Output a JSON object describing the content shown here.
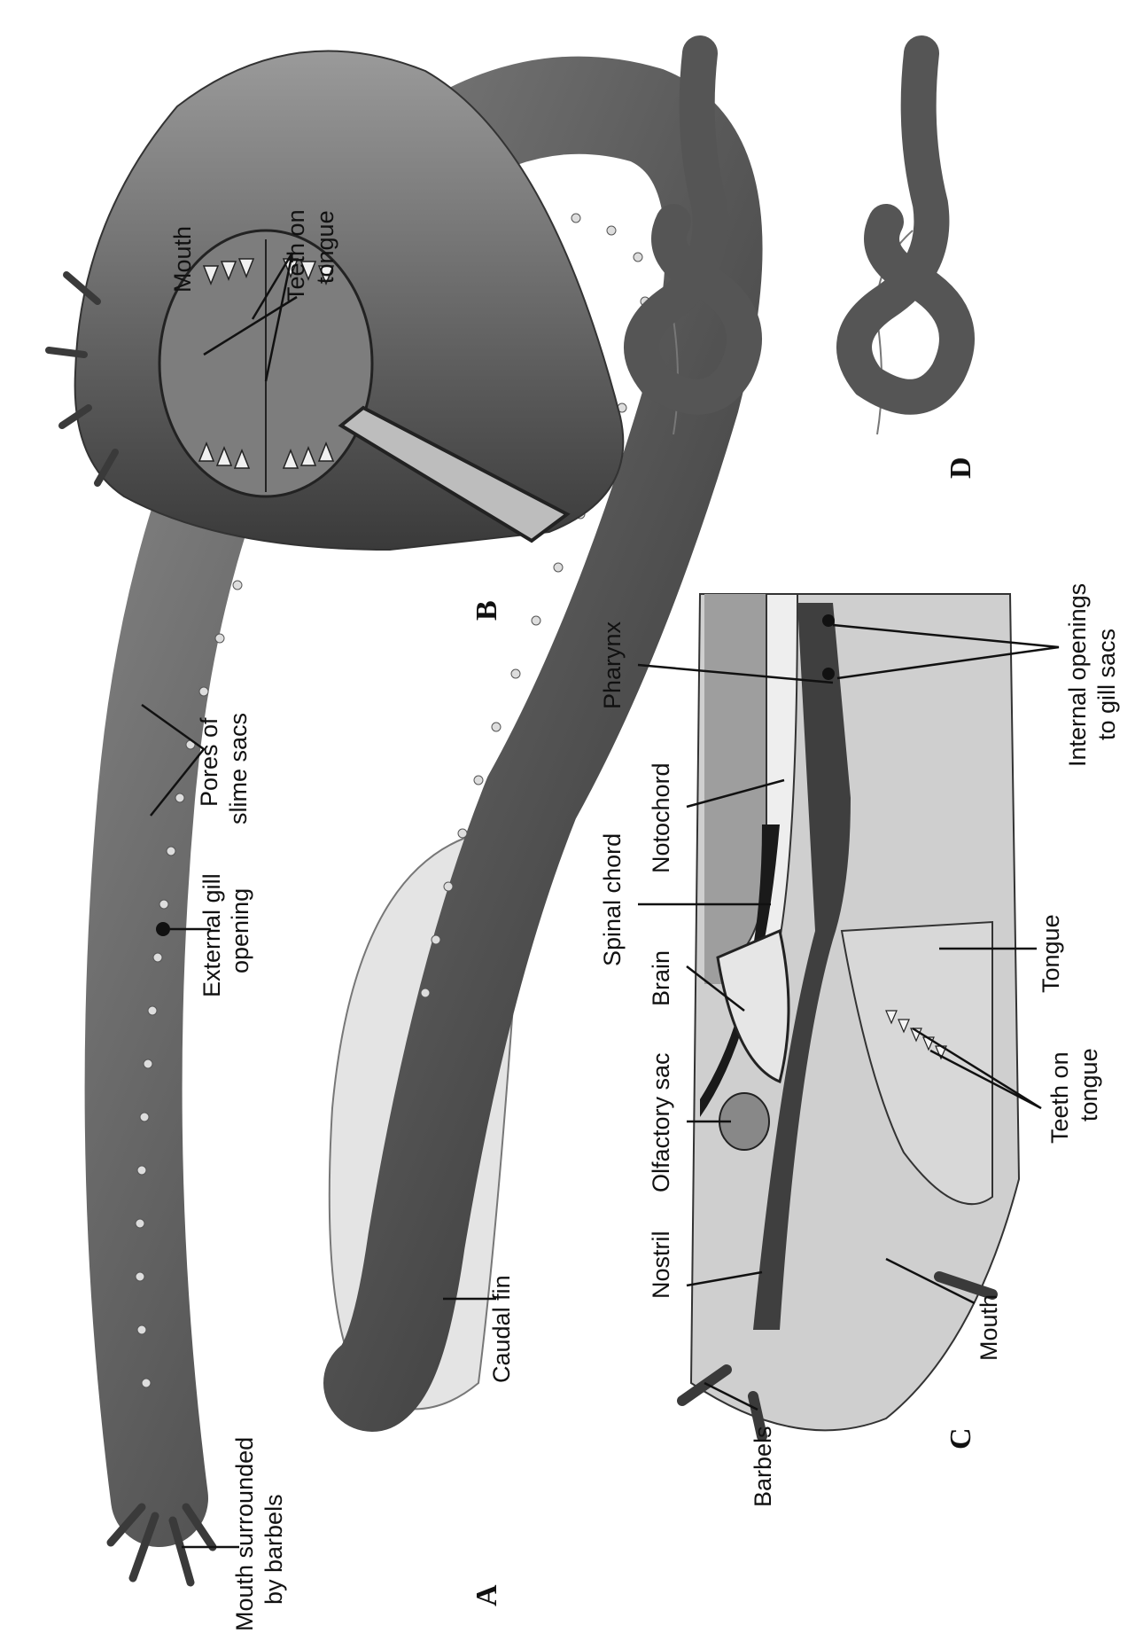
{
  "panels": [
    "A",
    "B",
    "C",
    "D"
  ],
  "panel_a": {
    "mouth_barbels": [
      "Mouth surrounded",
      "by barbels"
    ],
    "gill_opening": [
      "External gill",
      "opening"
    ],
    "slime_pores": [
      "Pores of",
      "slime sacs"
    ],
    "caudal_fin": "Caudal fin"
  },
  "panel_b": {
    "mouth": "Mouth",
    "teeth": [
      "Teeth on",
      "tongue"
    ]
  },
  "panel_c": {
    "barbels": "Barbels",
    "nostril": "Nostril",
    "olfactory_sac": "Olfactory sac",
    "brain": "Brain",
    "spinal_chord": "Spinal chord",
    "notochord": "Notochord",
    "pharynx": "Pharynx",
    "internal_openings": [
      "Internal openings",
      "to gill sacs"
    ],
    "tongue": "Tongue",
    "teeth": [
      "Teeth on",
      "tongue"
    ],
    "mouth": "Mouth"
  },
  "colors": {
    "body_dark": "#3a3a3a",
    "body_mid": "#6e6e6e",
    "fin": "#dcdcdc",
    "line": "#111111"
  }
}
